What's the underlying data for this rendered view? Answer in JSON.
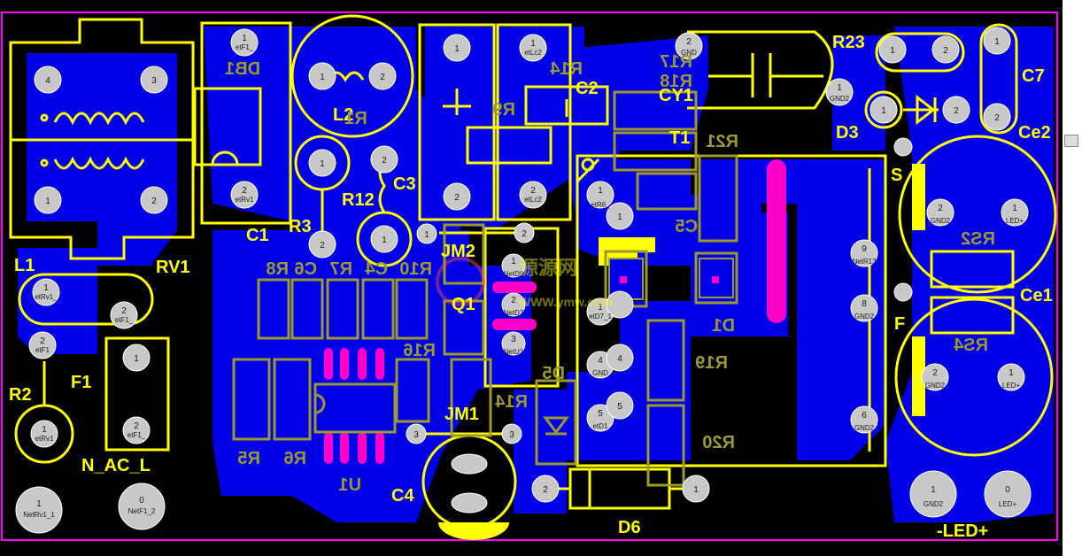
{
  "board": {
    "colors": {
      "background": "#000000",
      "copper": "#0000e8",
      "silk": "#ffff00",
      "mirror_silk": "#9c9a2e",
      "pad": "#c0c0c0",
      "outline": "#ff00ff"
    },
    "watermark": {
      "cn": "源源网",
      "url": "WWW.ymw.com"
    }
  },
  "labels": {
    "L1": "L1",
    "RV1": "RV1",
    "F1": "F1",
    "R2": "R2",
    "N_AC_L": "N_AC_L",
    "C1": "C1",
    "DB1": "DB1",
    "L2": "L2",
    "R1": "R1",
    "R3": "R3",
    "R12": "R12",
    "C3": "C3",
    "R8": "R8",
    "C6": "C6",
    "R7": "R7",
    "C4a": "C4",
    "R10": "R10",
    "JM2": "JM2",
    "Q1": "Q1",
    "R16": "R16",
    "R5": "R5",
    "R6": "R6",
    "U1": "U1",
    "C4": "C4",
    "JM1": "JM1",
    "R14": "R14",
    "R14b": "R14",
    "D5": "D5",
    "R9": "R9",
    "C2": "C2",
    "R17": "R17",
    "R18": "R18",
    "CY1": "CY1",
    "T1": "T1",
    "R21": "R21",
    "C5": "C5",
    "D1": "D1",
    "R19": "R19",
    "R20": "R20",
    "D6": "D6",
    "R23": "R23",
    "C7": "C7",
    "D3": "D3",
    "S": "S",
    "Ce2": "Ce2",
    "RS2": "RS2",
    "Ce1": "Ce1",
    "F": "F",
    "RS4": "RS4",
    "LED": "-LED+"
  },
  "pads": {
    "L1_4": "4",
    "L1_3": "3",
    "L1_1": "1",
    "L1_2": "2",
    "L1_pin4": "4",
    "L1_pin3": "3",
    "RV1_1": "1",
    "RV1_1n": "etRv1_",
    "RV1_2": "2",
    "RV1_2n": "etF1_",
    "F1_2": "2",
    "F1_2n": "etF1",
    "R2_1": "1",
    "R2_1n": "etRv1",
    "AC1": "1",
    "AC1n": "NetRv1_1",
    "AC0": "0",
    "AC0n": "NetF1_2",
    "NAC1": "1",
    "NAC2": "2",
    "NAC2n": "etF1_",
    "C1a": "1",
    "C1an": "etF1_",
    "C1b": "2",
    "C1bn": "etRv1",
    "L2a": "1",
    "L2b": "2",
    "L2c": "1",
    "L2d": "2",
    "R3a": "1",
    "R3b": "2",
    "R12a": "2",
    "R12b": "1",
    "R9a": "1",
    "R9b": "2",
    "R9c": "1",
    "R9cn": "etLc2",
    "R9d": "2",
    "R9dn": "etLc2",
    "JM2a": "1",
    "JM2b": "2",
    "Q1a": "1",
    "Q1an": "NetD8",
    "Q1b": "2",
    "Q1bn": "NetD7",
    "Q1c": "3",
    "Q1cn": "NetU1",
    "JM1a": "3",
    "JM1b": "3",
    "T1a": "1",
    "T1an": "etR6_",
    "T1b": "1",
    "T1c": "1",
    "T1cn": "etD7_1",
    "T1d": "4",
    "T1dn": "GND",
    "T1e": "4",
    "T1f": "5",
    "T1fn": "etD1",
    "T1g": "5",
    "T1h": "9",
    "T1hn": "NetR13",
    "T1i": "8",
    "T1in": "GND2",
    "T1j": "6",
    "T1jn": "GND2",
    "CY1a": "2",
    "CY1an": "GND",
    "CY1b": "1",
    "CY1bn": "GND2",
    "R23a": "1",
    "R23b": "2",
    "C7a": "1",
    "C7b": "2",
    "D3a": "1",
    "D3b": "2",
    "Ce2a": "2",
    "Ce2an": "GND2",
    "Ce2b": "1",
    "Ce2bn": "LED+",
    "Ce1a": "2",
    "Ce1an": "GND2",
    "Ce1b": "1",
    "Ce1bn": "LED+",
    "LEDa": "1",
    "LEDan": "GND2",
    "LEDb": "0",
    "LEDbn": "LED+",
    "D6a": "2",
    "D6b": "1"
  }
}
